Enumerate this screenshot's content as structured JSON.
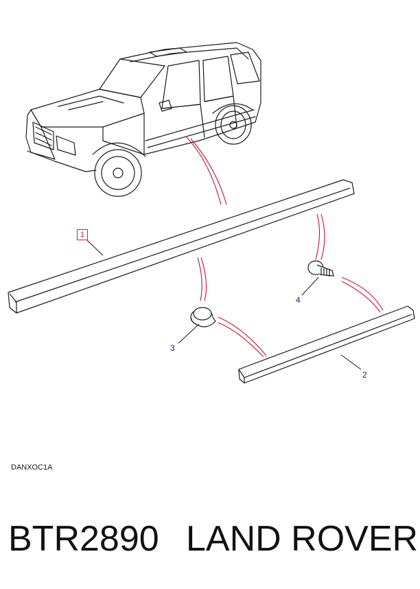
{
  "diagram": {
    "callouts": [
      {
        "id": "1",
        "label": "1"
      },
      {
        "id": "2",
        "label": "2"
      },
      {
        "id": "3",
        "label": "3"
      },
      {
        "id": "4",
        "label": "4"
      }
    ],
    "reference_code": "DANXOC1A"
  },
  "caption": {
    "part_number": "BTR2890",
    "brand": "LAND ROVER"
  },
  "colors": {
    "line": "#1a1a1a",
    "leader_red": "#c8102e",
    "callout_blue": "#1a1a8c"
  }
}
